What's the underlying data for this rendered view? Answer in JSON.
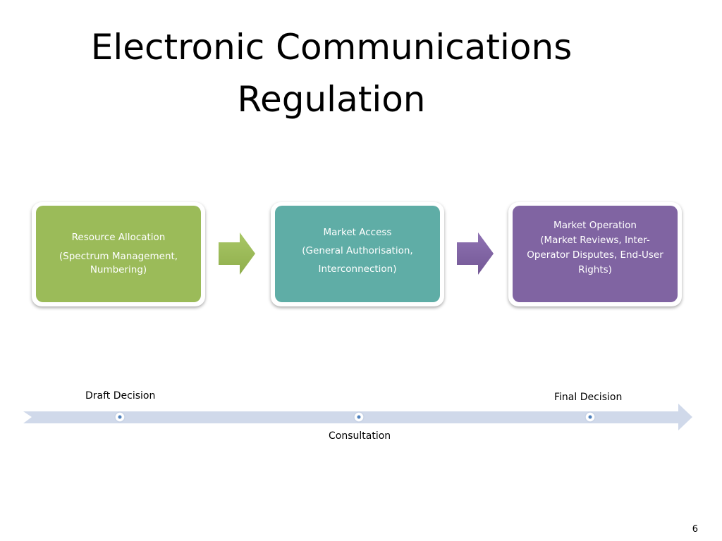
{
  "slide": {
    "title_line1": "Electronic Communications",
    "title_line2": "Regulation",
    "page_number": "6"
  },
  "process": {
    "steps": [
      {
        "heading": "Resource Allocation",
        "detail": "(Spectrum Management, Numbering)",
        "color": "#9bbb59"
      },
      {
        "heading": "Market Access",
        "detail_line1": "(General Authorisation,",
        "detail_line2": "Interconnection)",
        "color": "#5fada6"
      },
      {
        "heading": "Market Operation",
        "detail": "(Market Reviews, Inter-Operator Disputes, End-User Rights)",
        "color": "#8064a2"
      }
    ],
    "connector_colors": [
      "#9bbb59",
      "#8064a2"
    ]
  },
  "timeline": {
    "labels": [
      "Draft Decision",
      "Consultation",
      "Final Decision"
    ],
    "color": "#d0d9ea"
  }
}
